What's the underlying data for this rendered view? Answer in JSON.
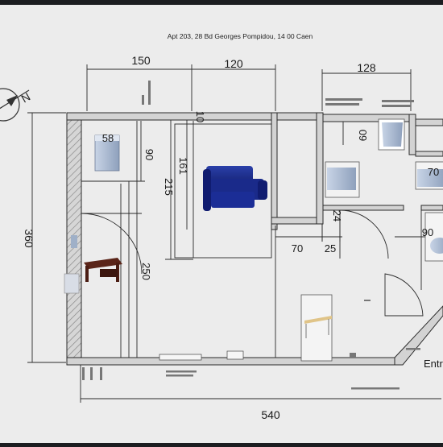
{
  "plan": {
    "address": "Apt 203, 28 Bd Georges Pompidou, 14 00 Caen",
    "compass_letter": "N",
    "entrance_label": "Entr",
    "dimensions": {
      "top_150": "150",
      "top_120": "120",
      "top_128": "128",
      "bottom_540": "540",
      "left_360": "360",
      "d_58": "58",
      "d_90_v": "90",
      "d_161": "161",
      "d_215": "215",
      "d_10": "10",
      "d_250": "250",
      "d_60": "60",
      "d_70_right": "70",
      "d_24": "24",
      "d_70_bottom": "70",
      "d_25": "25",
      "d_90_right": "90"
    }
  },
  "colors": {
    "paper": "#eeeeee",
    "wall_fill": "#d0d0d0",
    "line": "#2a2a2a",
    "sofa": "#1a2a8a",
    "desk": "#4a1c12"
  }
}
